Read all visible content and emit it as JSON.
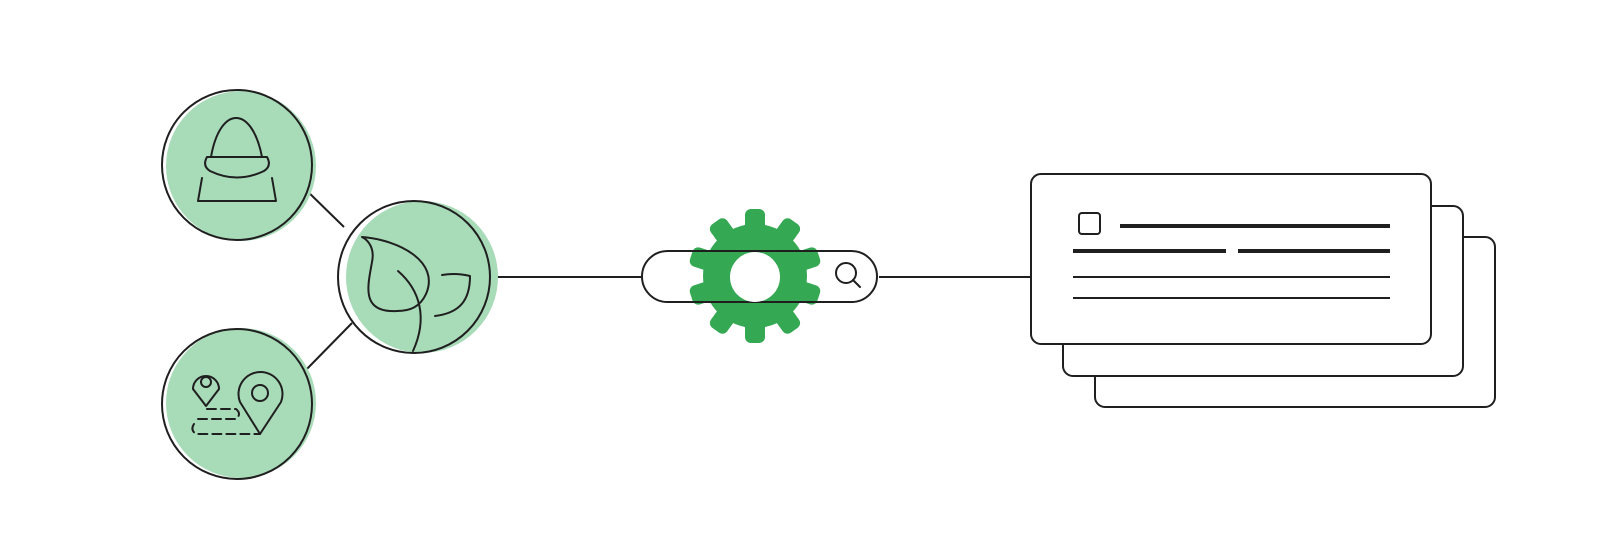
{
  "colors": {
    "background": "#ffffff",
    "stroke": "#1f1f1f",
    "circle_fill": "#a8dbb8",
    "gear": "#34a853",
    "card_fill": "#ffffff"
  },
  "nodes": [
    {
      "id": "handbag",
      "icon": "handbag-icon"
    },
    {
      "id": "leaves",
      "icon": "leaf-icon"
    },
    {
      "id": "locations",
      "icon": "map-pin-route-icon"
    }
  ],
  "processor": {
    "icons": [
      "gear-icon",
      "search-icon"
    ],
    "search_bar": true
  },
  "results": {
    "stacked_cards": 3,
    "front_card": {
      "has_checkbox": true,
      "text_lines": 4
    }
  }
}
